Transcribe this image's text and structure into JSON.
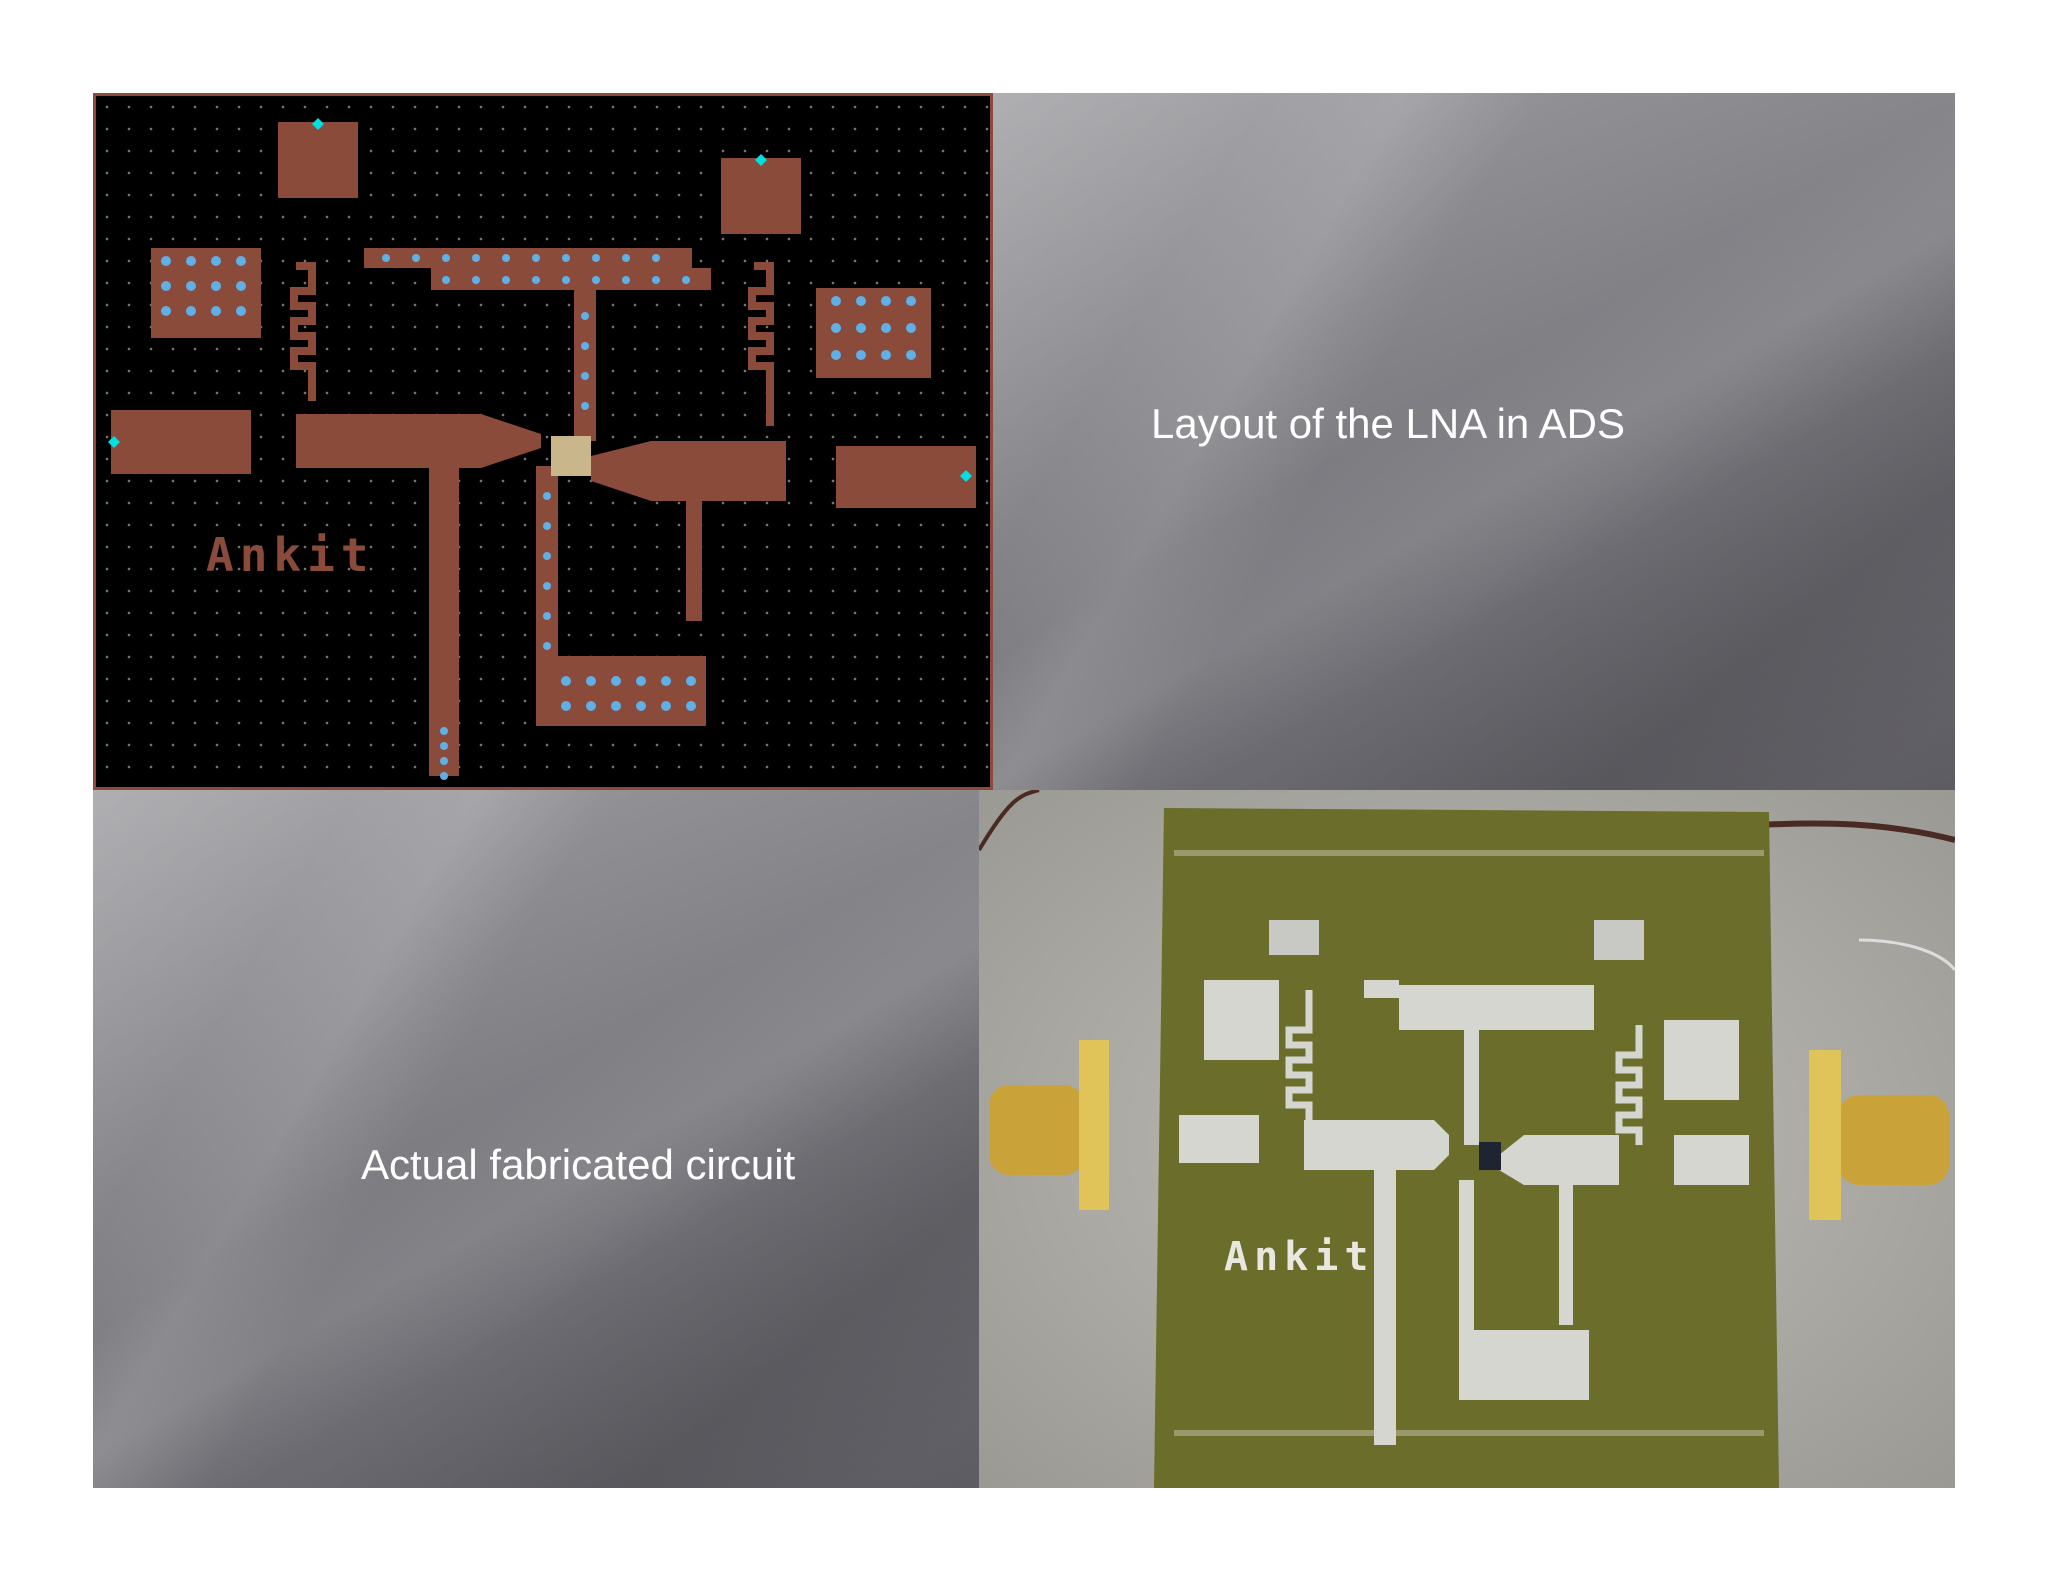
{
  "captions": {
    "layout": "Layout of the LNA in ADS",
    "fabricated": "Actual fabricated circuit"
  },
  "figures": {
    "layout_board_label": "Ankit",
    "photo_board_label": "Ankit"
  },
  "colors": {
    "trace": "#8a4b3b",
    "via": "#5fb0e6",
    "pcb": "#6b6d2a",
    "panel": "#86858a"
  }
}
